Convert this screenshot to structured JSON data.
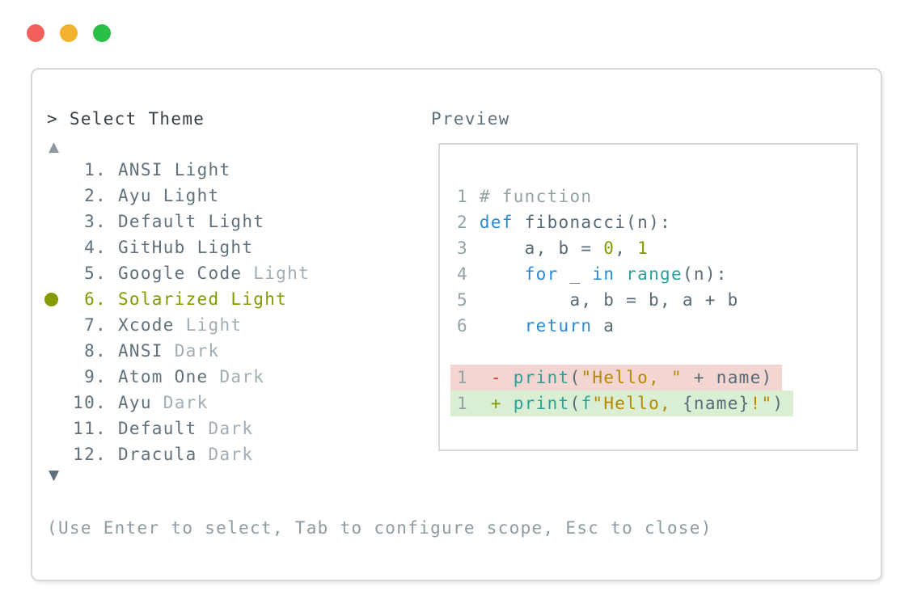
{
  "colors": {
    "bg": "#ffffff",
    "panel_border": "#d4d9dc",
    "preview_border": "#d6dbdd",
    "traffic_red": "#f2605c",
    "traffic_yellow": "#f3b32e",
    "traffic_green": "#2abf47",
    "prompt_text": "#363d42",
    "list_text": "#5e717c",
    "muted_text": "#a2adb3",
    "selected": "#859900",
    "help_text": "#8e9ba1",
    "scroll_up": "#8d979d",
    "scroll_down": "#5c6f7a",
    "code_body": "#576b76",
    "code_comment": "#94a2a6",
    "code_keyword": "#268bd2",
    "code_builtin": "#2aa198",
    "code_string": "#b58900",
    "code_number": "#859900",
    "diff_removed": "#dc322f",
    "diff_added": "#859900",
    "line_number": "#94a2a6",
    "removed_bg": "#f3d6d2",
    "added_bg": "#daeed4"
  },
  "window_controls": [
    {
      "name": "close-button",
      "color_key": "traffic_red"
    },
    {
      "name": "minimize-button",
      "color_key": "traffic_yellow"
    },
    {
      "name": "zoom-button",
      "color_key": "traffic_green"
    }
  ],
  "picker": {
    "prompt": "> Select Theme",
    "scroll_up_glyph": "▲",
    "scroll_down_glyph": "▼",
    "help": "(Use Enter to select, Tab to configure scope, Esc to close)",
    "items": [
      {
        "num": "1.",
        "name": "ANSI",
        "suffix": "Light",
        "suffix_muted": false,
        "selected": false
      },
      {
        "num": "2.",
        "name": "Ayu",
        "suffix": "Light",
        "suffix_muted": false,
        "selected": false
      },
      {
        "num": "3.",
        "name": "Default",
        "suffix": "Light",
        "suffix_muted": false,
        "selected": false
      },
      {
        "num": "4.",
        "name": "GitHub",
        "suffix": "Light",
        "suffix_muted": false,
        "selected": false
      },
      {
        "num": "5.",
        "name": "Google Code",
        "suffix": "Light",
        "suffix_muted": true,
        "selected": false
      },
      {
        "num": "6.",
        "name": "Solarized",
        "suffix": "Light",
        "suffix_muted": false,
        "selected": true
      },
      {
        "num": "7.",
        "name": "Xcode",
        "suffix": "Light",
        "suffix_muted": true,
        "selected": false
      },
      {
        "num": "8.",
        "name": "ANSI",
        "suffix": "Dark",
        "suffix_muted": true,
        "selected": false
      },
      {
        "num": "9.",
        "name": "Atom One",
        "suffix": "Dark",
        "suffix_muted": true,
        "selected": false
      },
      {
        "num": "10.",
        "name": "Ayu",
        "suffix": "Dark",
        "suffix_muted": true,
        "selected": false
      },
      {
        "num": "11.",
        "name": "Default",
        "suffix": "Dark",
        "suffix_muted": true,
        "selected": false
      },
      {
        "num": "12.",
        "name": "Dracula",
        "suffix": "Dark",
        "suffix_muted": true,
        "selected": false
      }
    ]
  },
  "preview": {
    "label": "Preview",
    "code_lines": [
      {
        "num": "1",
        "diff": null,
        "segments": [
          {
            "t": "# function",
            "c": "comment"
          }
        ]
      },
      {
        "num": "2",
        "diff": null,
        "segments": [
          {
            "t": "def",
            "c": "keyword"
          },
          {
            "t": " fibonacci(n):",
            "c": "body"
          }
        ]
      },
      {
        "num": "3",
        "diff": null,
        "segments": [
          {
            "t": "    a, b = ",
            "c": "body"
          },
          {
            "t": "0",
            "c": "number"
          },
          {
            "t": ", ",
            "c": "body"
          },
          {
            "t": "1",
            "c": "number"
          }
        ]
      },
      {
        "num": "4",
        "diff": null,
        "segments": [
          {
            "t": "    ",
            "c": "body"
          },
          {
            "t": "for",
            "c": "keyword"
          },
          {
            "t": " _ ",
            "c": "body"
          },
          {
            "t": "in",
            "c": "keyword"
          },
          {
            "t": " ",
            "c": "body"
          },
          {
            "t": "range",
            "c": "builtin"
          },
          {
            "t": "(n):",
            "c": "body"
          }
        ]
      },
      {
        "num": "5",
        "diff": null,
        "segments": [
          {
            "t": "        a, b = b, a + b",
            "c": "body"
          }
        ]
      },
      {
        "num": "6",
        "diff": null,
        "segments": [
          {
            "t": "    ",
            "c": "body"
          },
          {
            "t": "return",
            "c": "keyword"
          },
          {
            "t": " a",
            "c": "body"
          }
        ]
      },
      {
        "num": "",
        "diff": null,
        "segments": []
      },
      {
        "num": "1",
        "diff": "removed",
        "segments": [
          {
            "t": " ",
            "c": "body"
          },
          {
            "t": "-",
            "c": "removed"
          },
          {
            "t": " ",
            "c": "body"
          },
          {
            "t": "print",
            "c": "builtin"
          },
          {
            "t": "(",
            "c": "body"
          },
          {
            "t": "\"Hello, \"",
            "c": "string"
          },
          {
            "t": " + name)",
            "c": "body"
          }
        ]
      },
      {
        "num": "1",
        "diff": "added",
        "segments": [
          {
            "t": " ",
            "c": "body"
          },
          {
            "t": "+",
            "c": "added"
          },
          {
            "t": " ",
            "c": "body"
          },
          {
            "t": "print",
            "c": "builtin"
          },
          {
            "t": "(",
            "c": "body"
          },
          {
            "t": "f",
            "c": "builtin"
          },
          {
            "t": "\"Hello, ",
            "c": "string"
          },
          {
            "t": "{name}",
            "c": "body"
          },
          {
            "t": "!\"",
            "c": "string"
          },
          {
            "t": ")",
            "c": "body"
          }
        ]
      }
    ]
  }
}
